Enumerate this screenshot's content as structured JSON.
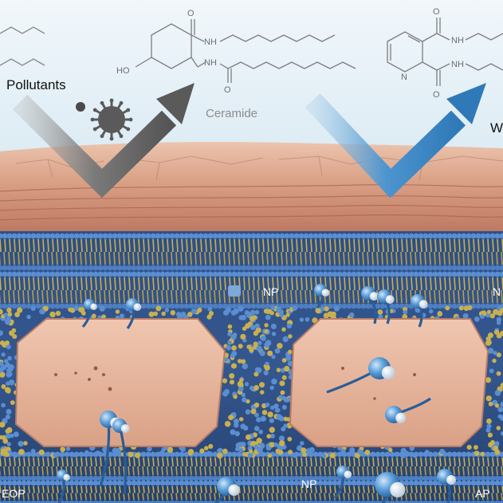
{
  "labels": {
    "pollutants": "Pollutants",
    "ceramide": "Ceramide",
    "water": "W",
    "np_upper": "NP",
    "np_lower": "NP",
    "eop": "EOP",
    "ap": "AP",
    "ns": "N"
  },
  "molecule_text": {
    "nh1": "NH",
    "nh2": "NH",
    "ho": "HO",
    "o1": "O",
    "o2": "O",
    "o3": "O",
    "o4": "O",
    "nh3": "NH",
    "nh4": "NH",
    "n_ring": "N"
  },
  "colors": {
    "sky": "#e6f1f7",
    "skin_top": "#e2b59a",
    "skin_dark": "#c98a72",
    "lipid_yellow": "#c9b04e",
    "lipid_blue": "#4e7fc2",
    "corneocyte": "#e8b79e",
    "arrow_gray": "#6f6f6f",
    "arrow_blue": "#3f88c4"
  }
}
